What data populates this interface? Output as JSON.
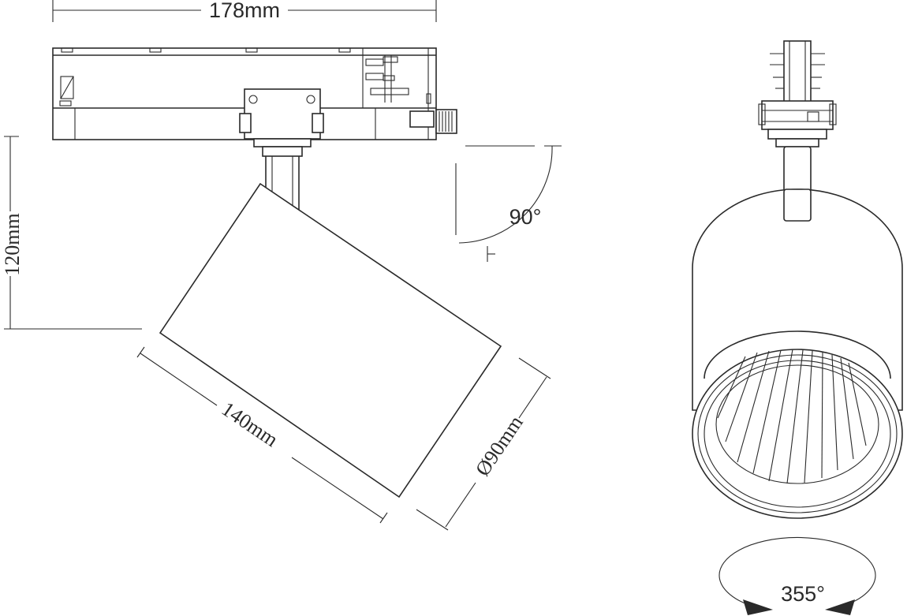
{
  "dimensions": {
    "width_label": "178mm",
    "height_label": "120mm",
    "body_length_label": "140mm",
    "diameter_label": "Ø90mm"
  },
  "angles": {
    "tilt_label": "90°",
    "rotation_label": "355°"
  }
}
